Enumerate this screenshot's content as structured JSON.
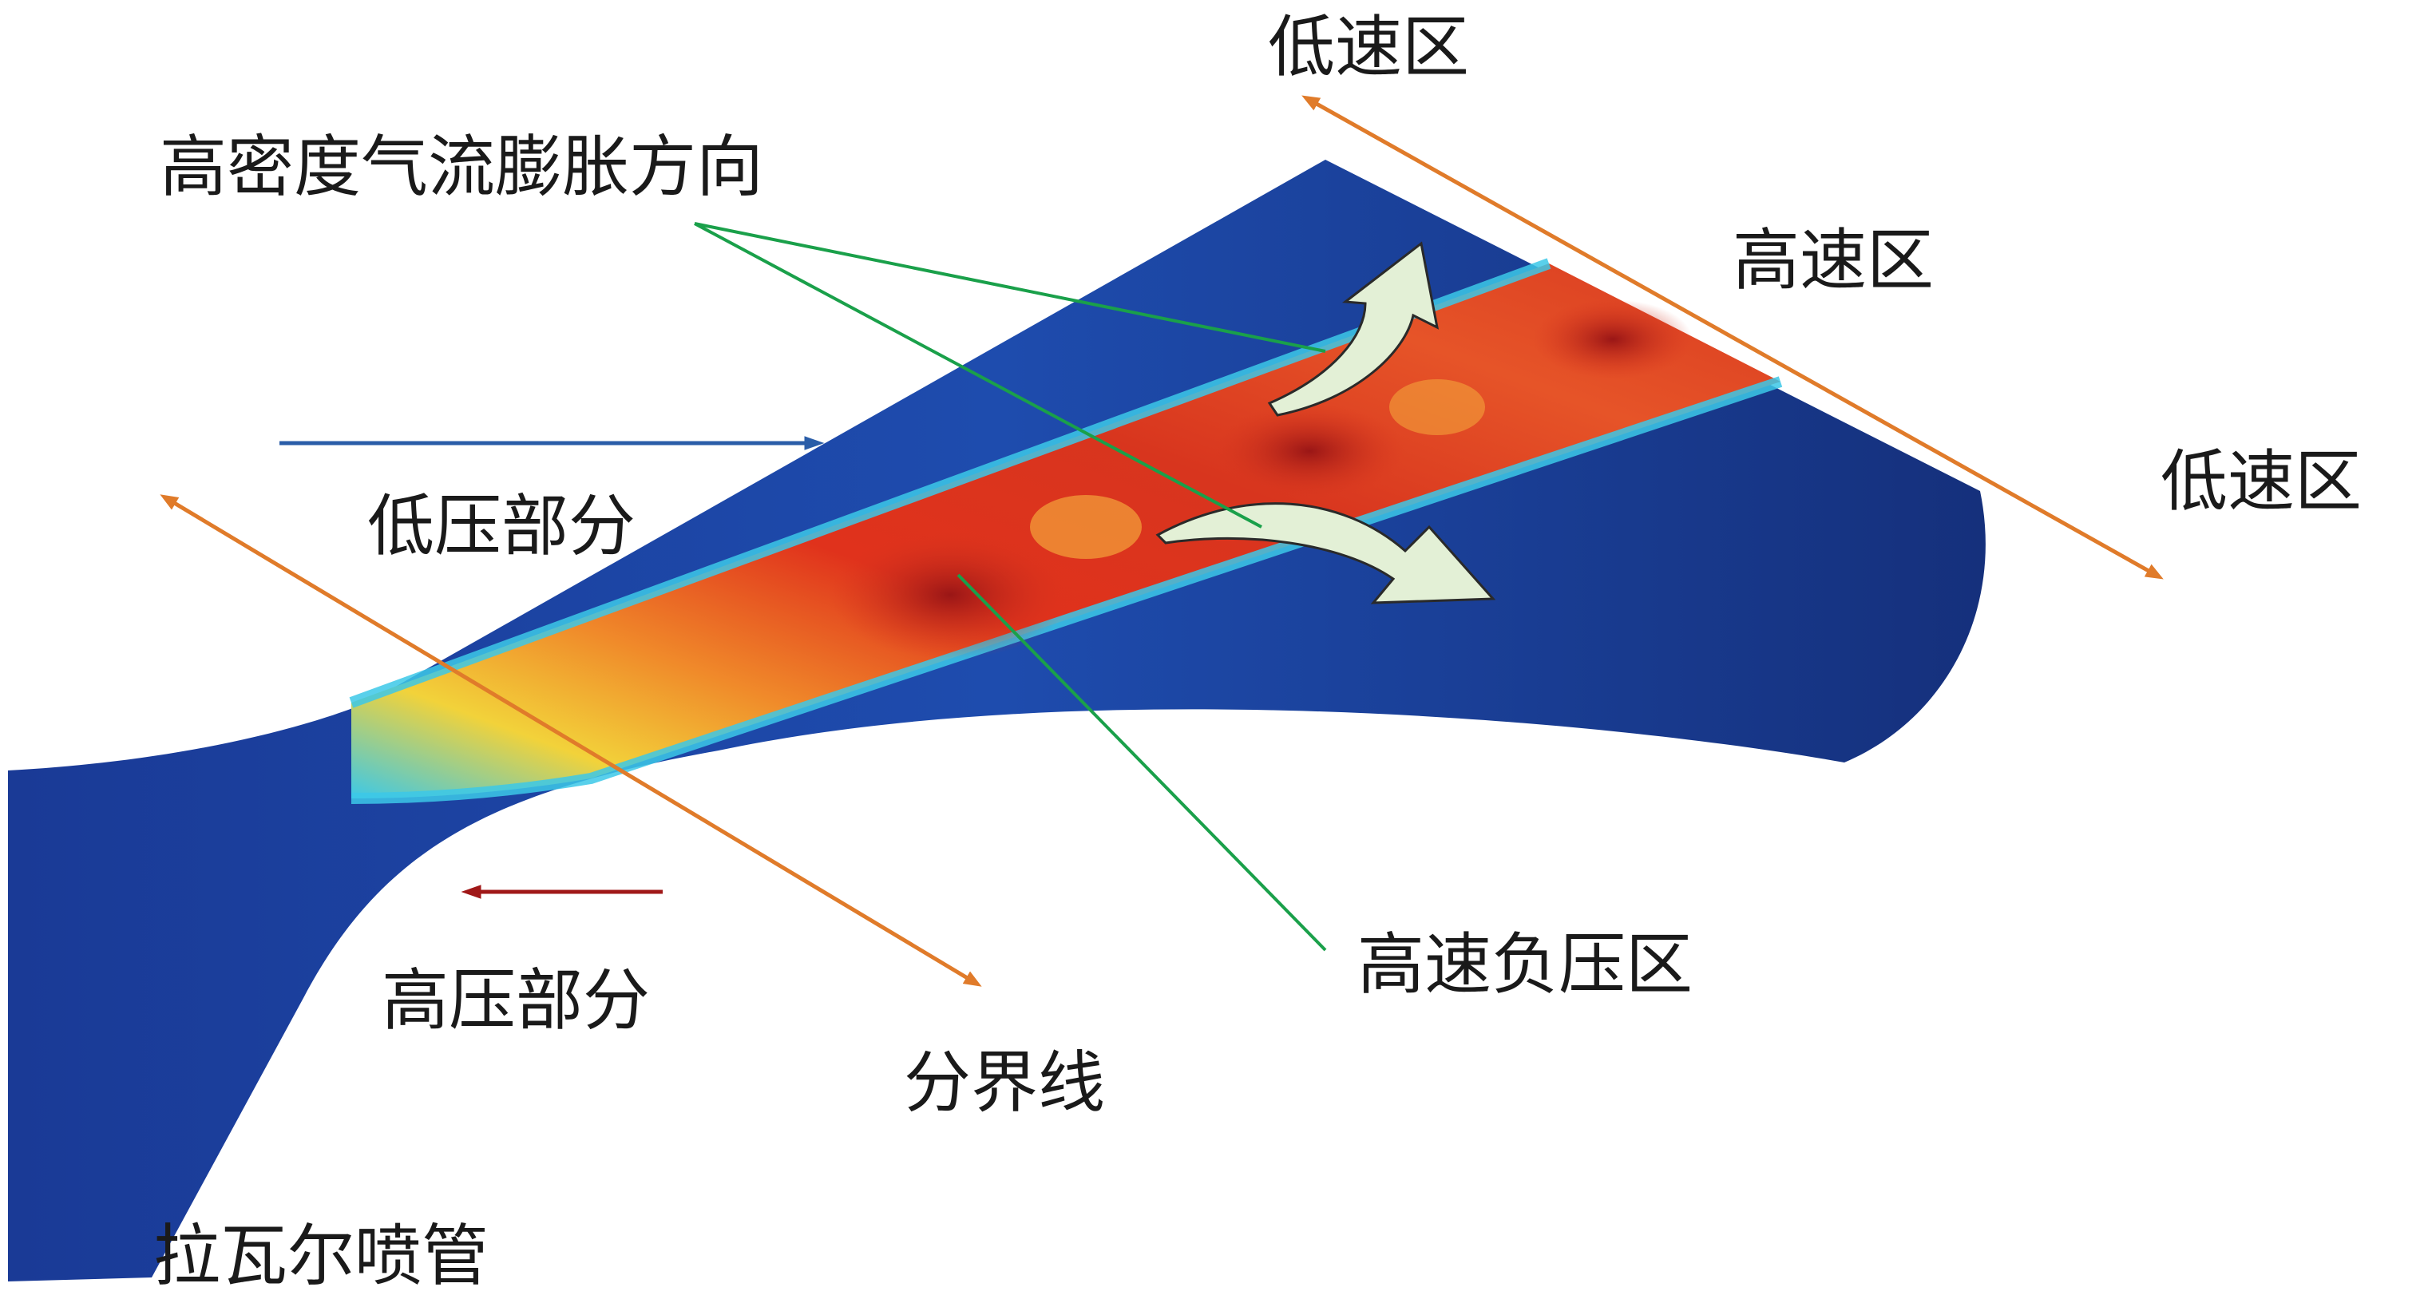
{
  "labels": {
    "low_speed_top": "低速区",
    "high_density_direction": "高密度气流膨胀方向",
    "high_speed": "高速区",
    "low_speed_right": "低速区",
    "low_pressure_part": "低压部分",
    "high_speed_negative_pressure": "高速负压区",
    "high_pressure_part": "高压部分",
    "boundary_line": "分界线",
    "laval_nozzle": "拉瓦尔喷管"
  },
  "colors": {
    "nozzle_dark": "#16307f",
    "nozzle_mid": "#1f4fb5",
    "jet_core": "#b81e1e",
    "jet_hot": "#e8401f",
    "jet_edge_yellow": "#f2d23a",
    "jet_edge_cyan": "#3cc8e8",
    "expansion_arrow": "#e3f0d6",
    "callout_line": "#1aa04a",
    "axis_arrow": "#e07b2a",
    "low_pressure_arrow": "#2a5da8",
    "high_pressure_arrow": "#a01818"
  }
}
